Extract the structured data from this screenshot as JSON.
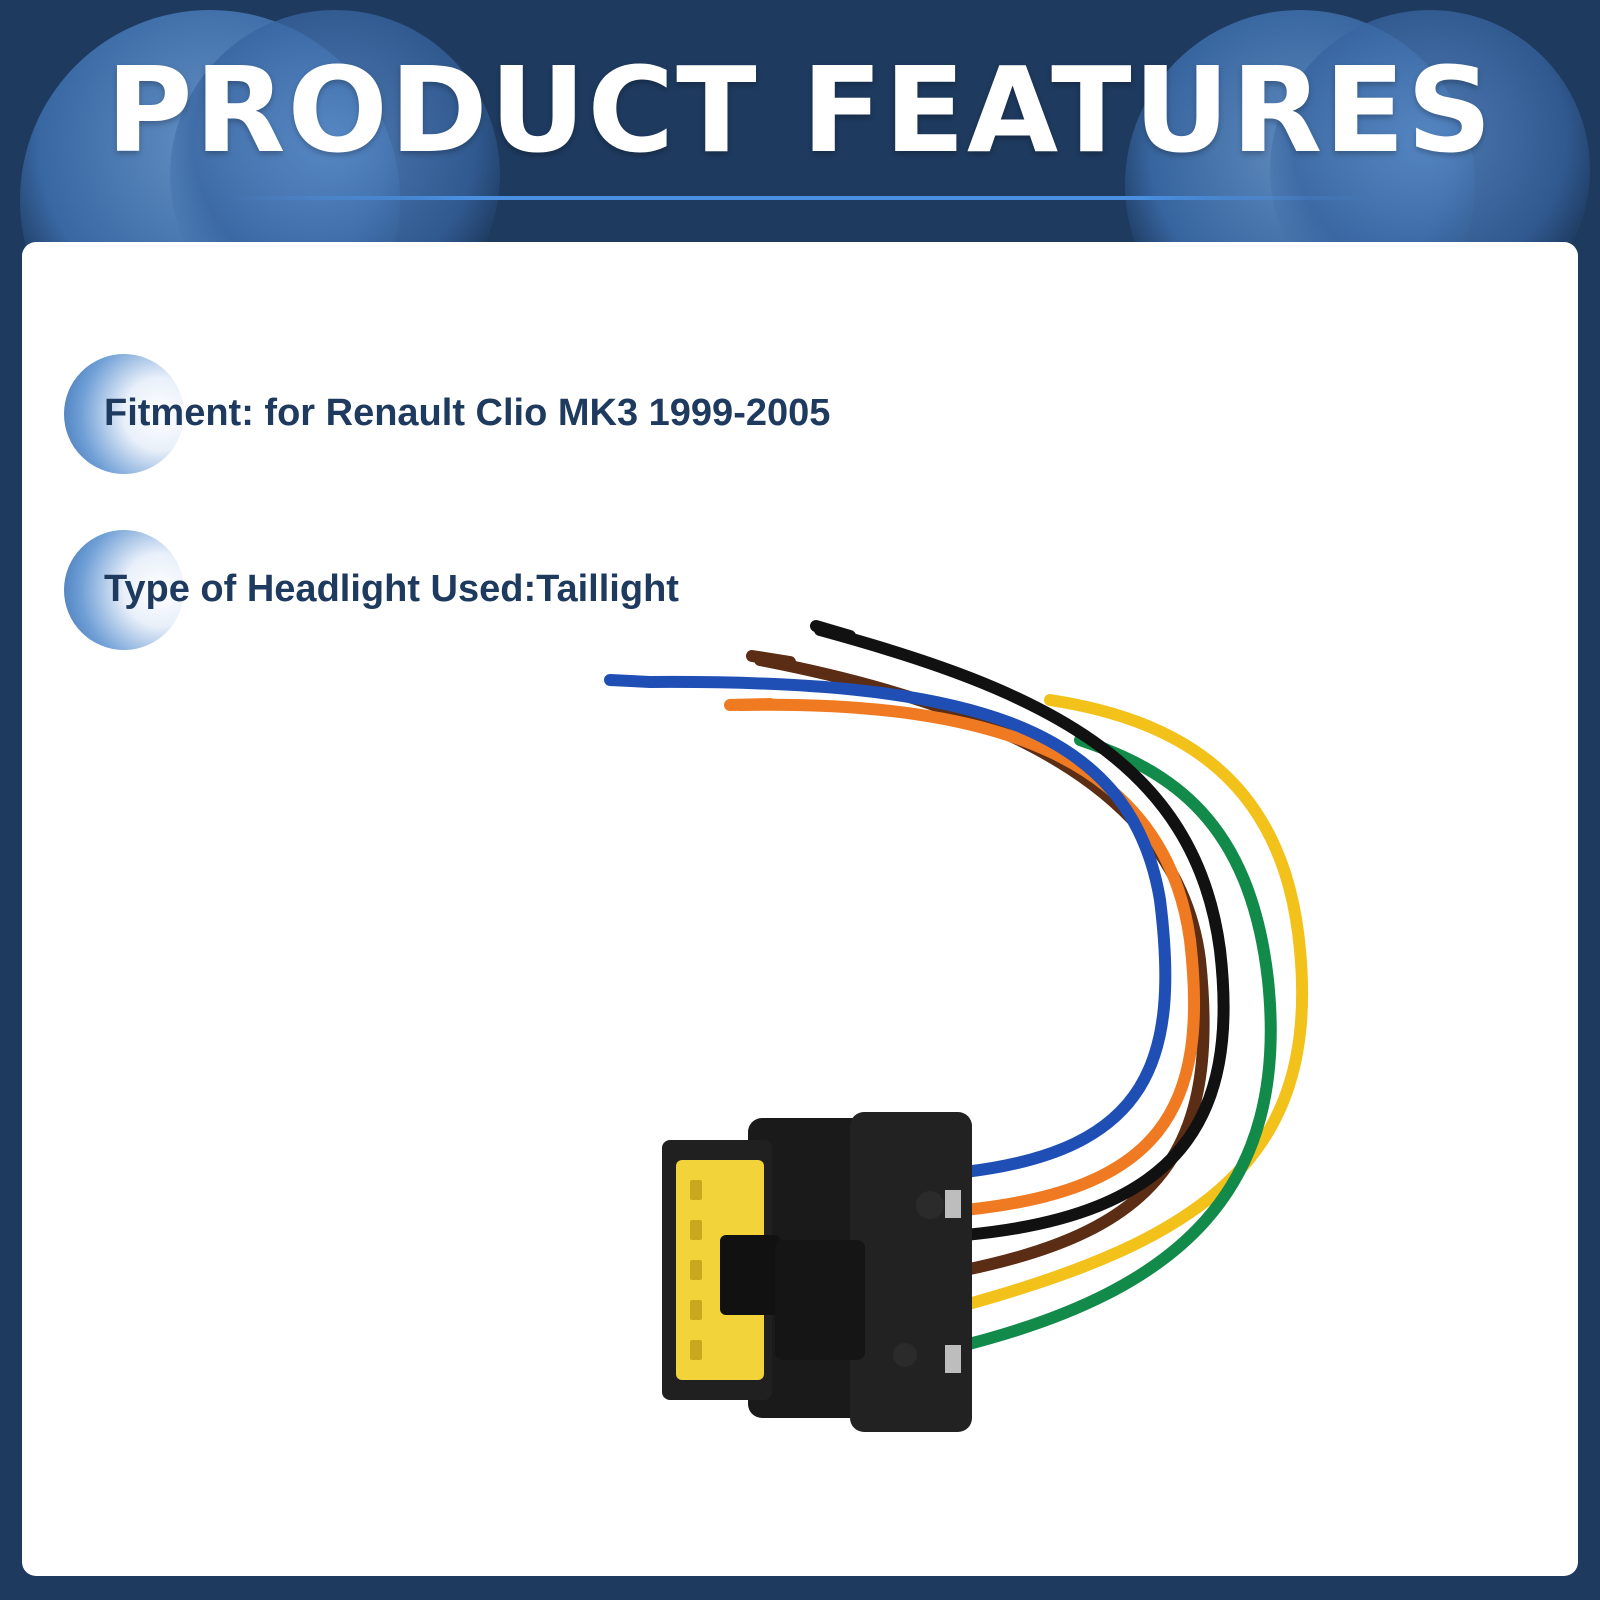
{
  "header": {
    "title": "PRODUCT FEATURES"
  },
  "features": [
    {
      "text": "Fitment: for Renault Clio MK3 1999-2005"
    },
    {
      "text": "Type of Headlight Used:Taillight"
    }
  ],
  "colors": {
    "background": "#1e3a5f",
    "accent": "#3d6fae",
    "text": "#1e3a5f",
    "card": "#ffffff",
    "wire_blue": "#1f4fb5",
    "wire_black": "#111111",
    "wire_brown": "#5a2d14",
    "wire_orange": "#f07a22",
    "wire_green": "#128a4a",
    "wire_yellow": "#f2c21b",
    "connector_body": "#1a1a1a",
    "connector_insert": "#f3d33a"
  },
  "product_image": {
    "icon": "wire-harness-connector"
  }
}
